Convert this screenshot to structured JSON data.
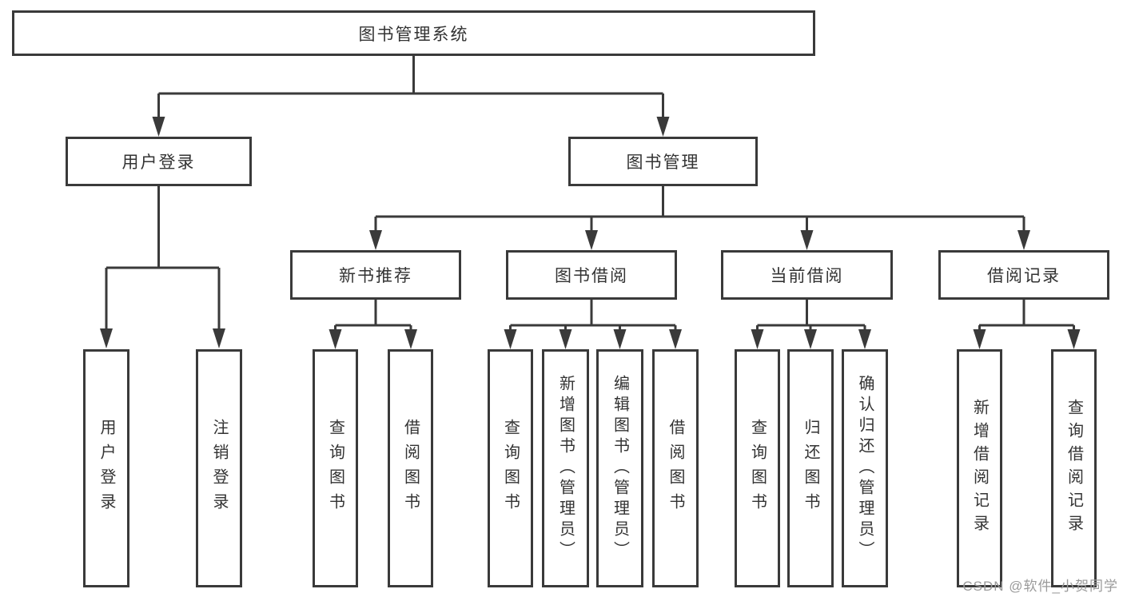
{
  "diagram": {
    "root": "图书管理系统",
    "branches": [
      {
        "label": "用户登录",
        "children": [
          "用户登录",
          "注销登录"
        ]
      },
      {
        "label": "图书管理",
        "children": [
          {
            "label": "新书推荐",
            "children": [
              "查询图书",
              "借阅图书"
            ]
          },
          {
            "label": "图书借阅",
            "children": [
              "查询图书",
              "新增图书（管理员）",
              "编辑图书（管理员）",
              "借阅图书"
            ]
          },
          {
            "label": "当前借阅",
            "children": [
              "查询图书",
              "归还图书",
              "确认归还（管理员）"
            ]
          },
          {
            "label": "借阅记录",
            "children": [
              "新增借阅记录",
              "查询借阅记录"
            ]
          }
        ]
      }
    ]
  },
  "watermark": {
    "text": "CSDN @软件_小贺同学"
  },
  "colors": {
    "line": "#3a3a3a",
    "box_border": "#3a3a3a",
    "text": "#333333",
    "watermark": "#9a9a9a",
    "background": "#ffffff"
  }
}
